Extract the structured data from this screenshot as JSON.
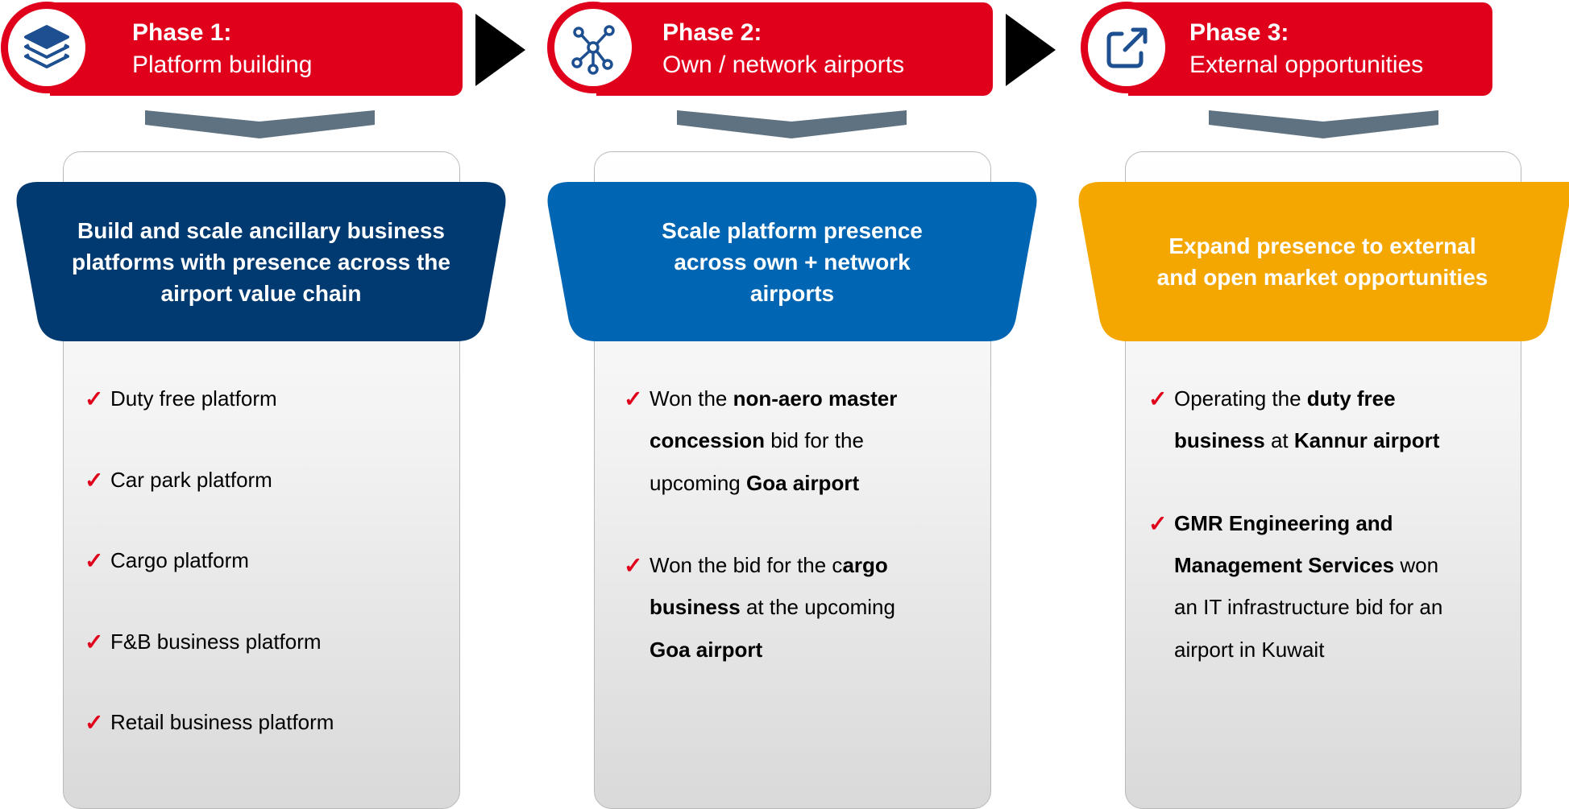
{
  "colors": {
    "red": "#e0001b",
    "navy": "#003a70",
    "blue": "#0066b3",
    "gold": "#f4a700",
    "chevron": "#5f7282"
  },
  "phases": [
    {
      "label": "Phase 1:",
      "name": "Platform building",
      "icon": "layers-icon",
      "header": "Build and scale ancillary business platforms with presence across the airport value chain",
      "items": [
        "Duty free platform",
        "Car park platform",
        "Cargo platform",
        "F&B business platform",
        "Retail business platform"
      ]
    },
    {
      "label": "Phase 2:",
      "name": "Own / network airports",
      "icon": "network-icon",
      "header": "Scale platform presence across own + network airports",
      "items": [
        {
          "lines": [
            [
              "Won the ",
              [
                "b",
                "non-aero master"
              ]
            ],
            [
              [
                "b",
                "concession"
              ],
              " bid for the"
            ],
            [
              "upcoming ",
              [
                "b",
                "Goa airport"
              ]
            ]
          ]
        },
        {
          "lines": [
            [
              "Won the bid for the c",
              [
                "b",
                "argo"
              ]
            ],
            [
              [
                "b",
                "business"
              ],
              " at the upcoming"
            ],
            [
              [
                "b",
                "Goa airport"
              ]
            ]
          ]
        }
      ]
    },
    {
      "label": "Phase 3:",
      "name": "External opportunities",
      "icon": "external-link-icon",
      "header": "Expand presence to external and open market opportunities",
      "items": [
        {
          "lines": [
            [
              "Operating the ",
              [
                "b",
                "duty free"
              ]
            ],
            [
              [
                "b",
                "business"
              ],
              " at ",
              [
                "b",
                "Kannur airport"
              ]
            ]
          ]
        },
        {
          "lines": [
            [
              [
                "b",
                "GMR Engineering and"
              ]
            ],
            [
              [
                "b",
                "Management Services"
              ],
              " won"
            ],
            [
              "an IT infrastructure bid for an"
            ],
            [
              "airport in Kuwait"
            ]
          ]
        }
      ]
    }
  ]
}
